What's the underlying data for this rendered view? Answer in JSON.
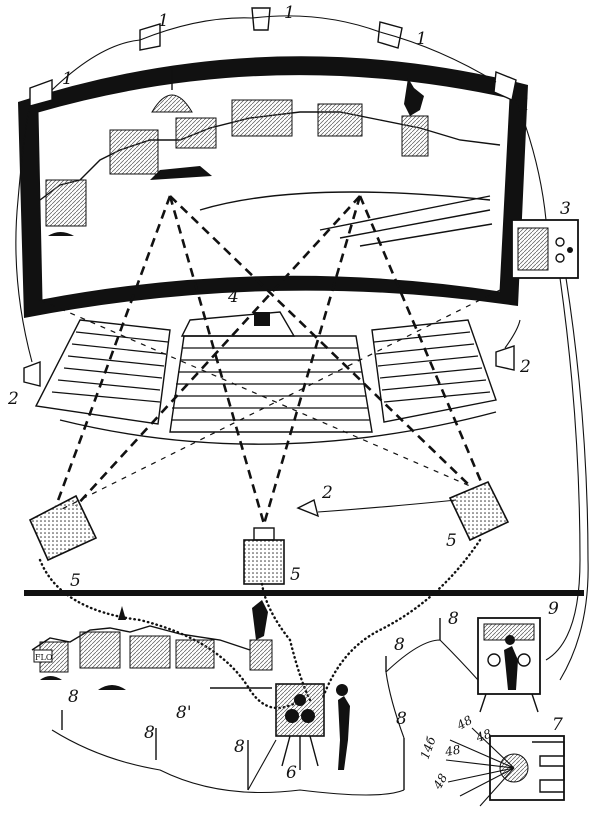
{
  "labels": {
    "loudspeaker_top": "1",
    "loudspeaker_hall": "2",
    "control_unit": "3",
    "stage_marker": "4",
    "projector": "5",
    "camera_unit": "6",
    "sound_rig": "7",
    "microphone": "8",
    "microphone_alt": "8'",
    "recorder": "9",
    "tape_marks": [
      "14б",
      "48",
      "48",
      "48",
      "48"
    ]
  },
  "screen_sign": "FLO"
}
